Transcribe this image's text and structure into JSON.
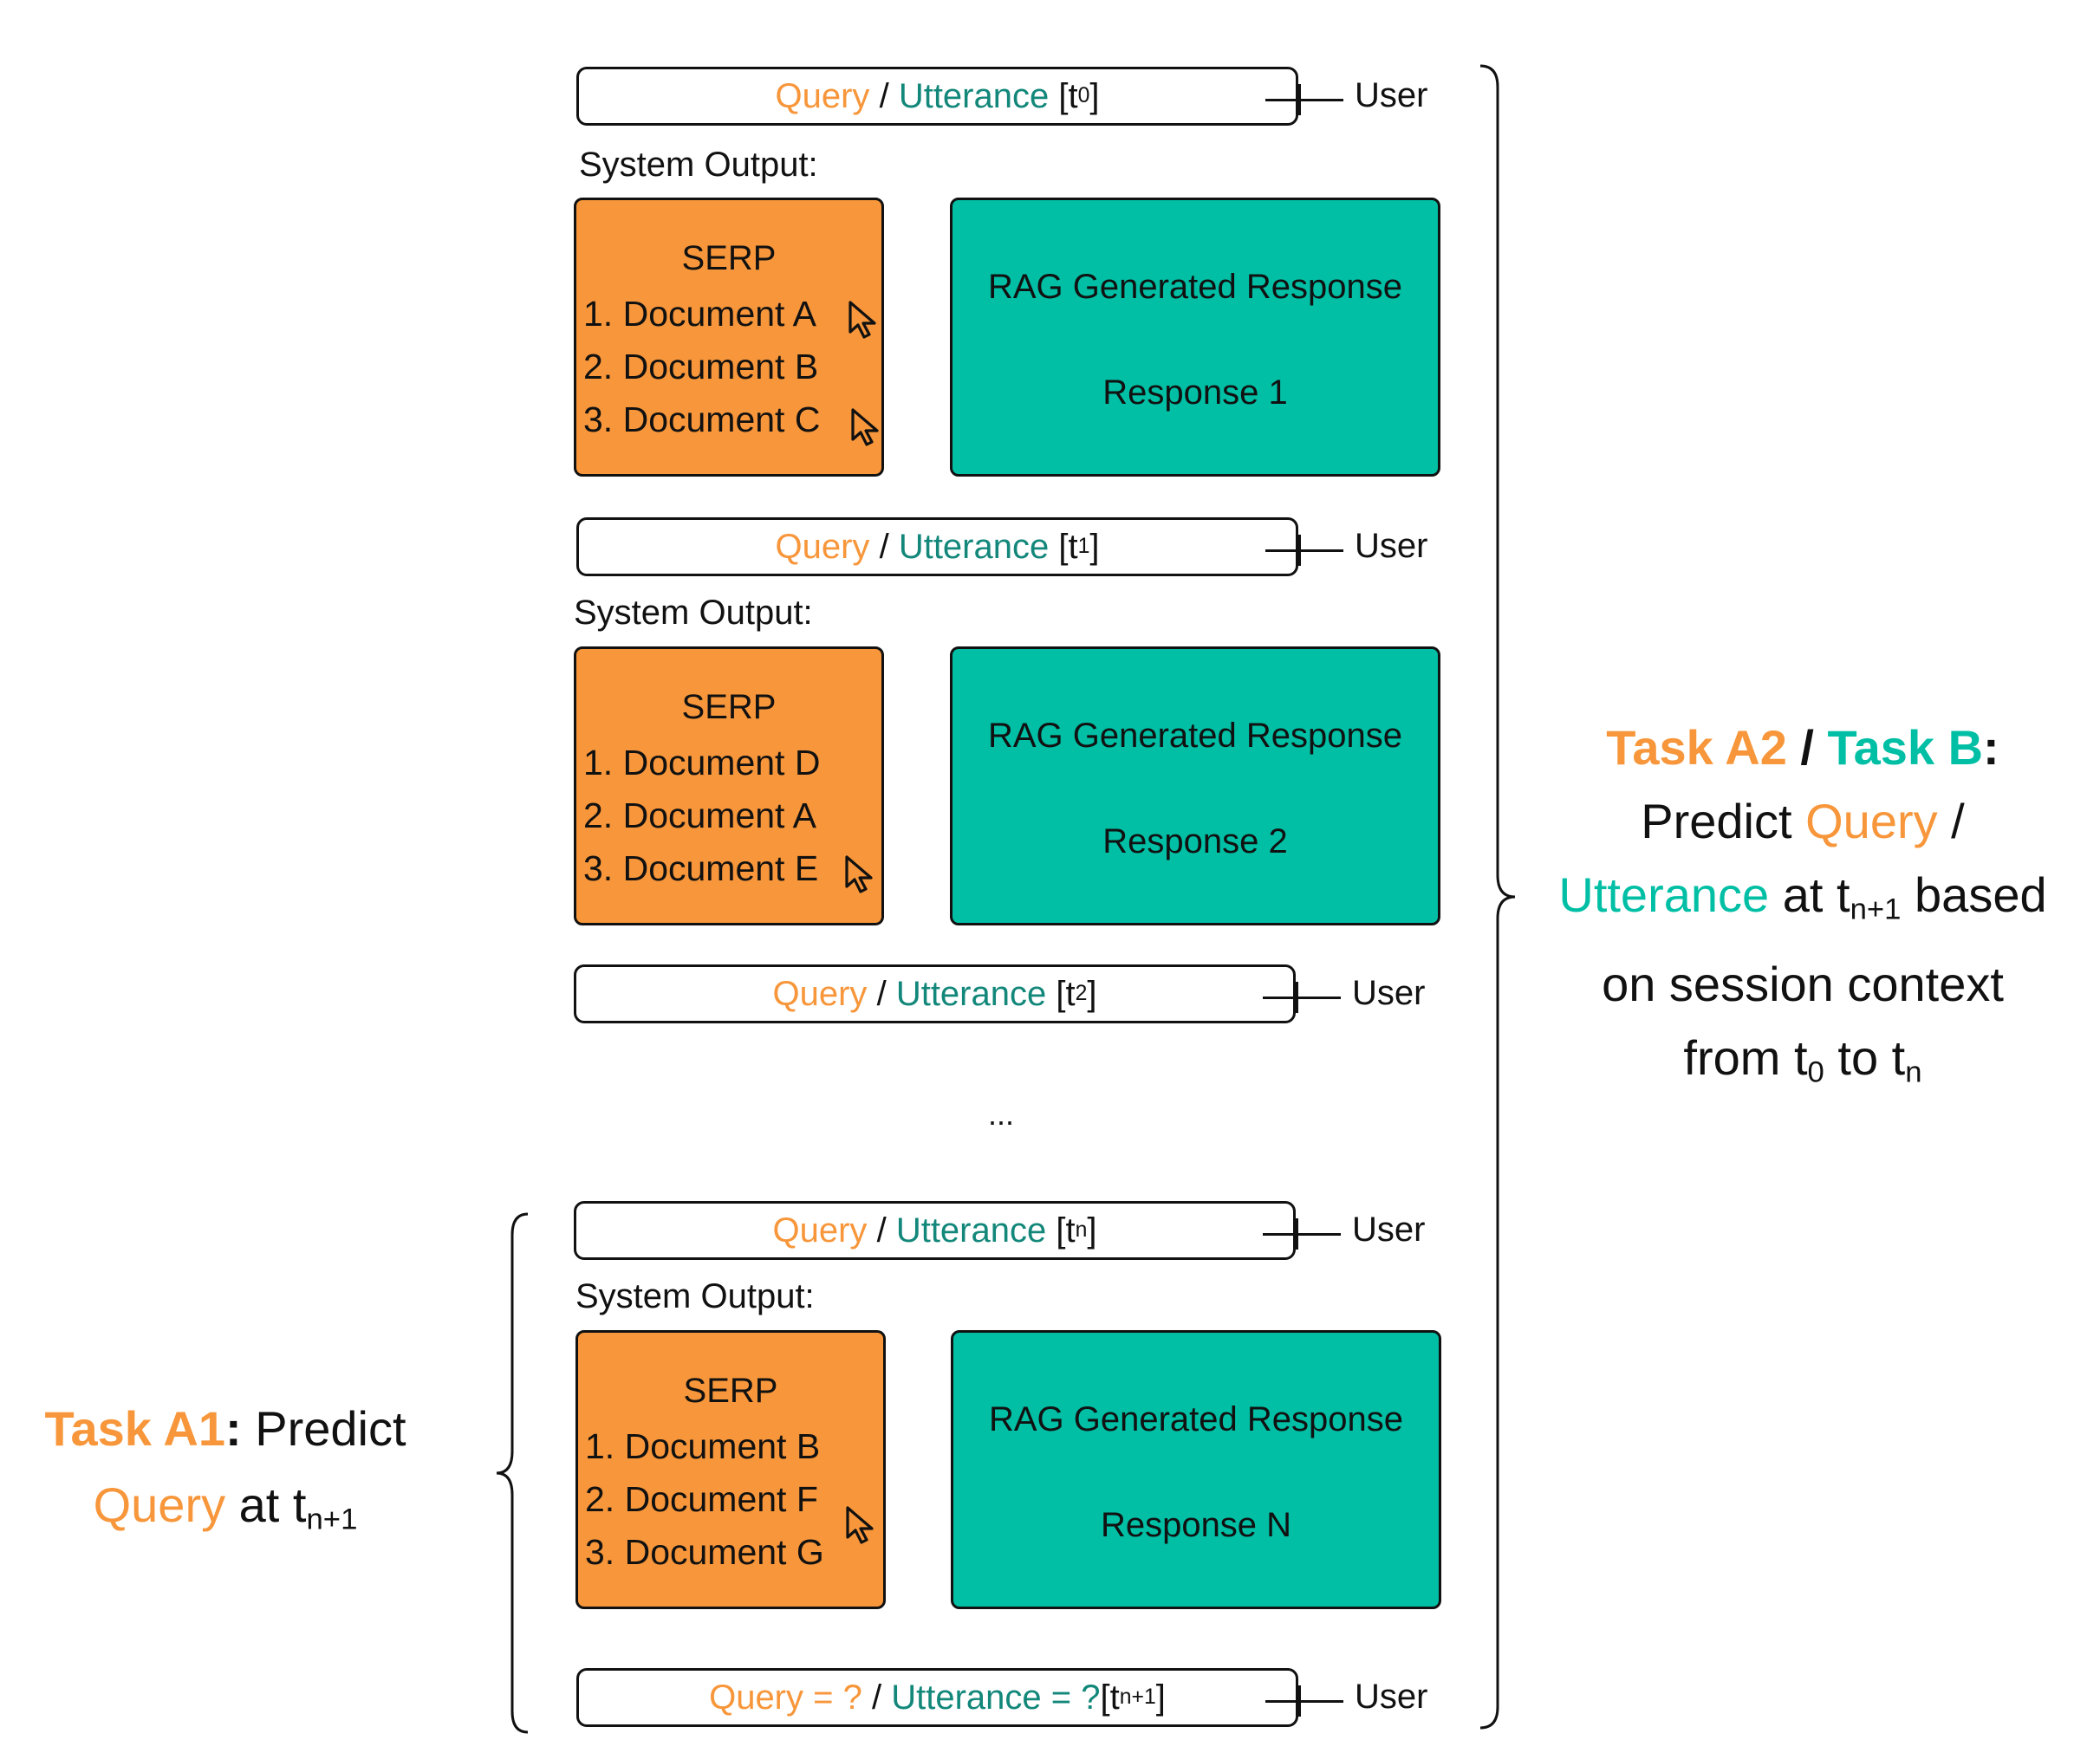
{
  "query_word": "Query",
  "utterance_word": "Utterance",
  "slash": "/",
  "user_label": "User",
  "system_output_label": "System Output:",
  "serp_title": "SERP",
  "rag_title": "RAG Generated Response",
  "ellipsis": "...",
  "turns": [
    {
      "timestamp": "0",
      "serp_docs": [
        "1. Document A",
        "2. Document B",
        "3. Document C"
      ],
      "response": "Response 1"
    },
    {
      "timestamp": "1",
      "serp_docs": [
        "1. Document D",
        "2. Document A",
        "3. Document E"
      ],
      "response": "Response 2"
    },
    {
      "timestamp": "2"
    },
    {
      "timestamp": "n",
      "serp_docs": [
        "1. Document B",
        "2. Document F",
        "3. Document G"
      ],
      "response": "Response N"
    }
  ],
  "final_query": {
    "query_part": "Query = ?",
    "utterance_part": "Utterance = ?",
    "timestamp": "n+1"
  },
  "task_a2": {
    "name_a2": "Task A2",
    "name_b": "Task B",
    "predict": "Predict",
    "query": "Query",
    "utterance": "Utterance",
    "at": "at t",
    "sub_n1": "n+1",
    "based": "based",
    "line3": "on session context",
    "from": "from t",
    "sub_0": "0",
    "to": "to t",
    "sub_n": "n"
  },
  "task_a1": {
    "name": "Task A1",
    "predict": "Predict",
    "query": "Query",
    "at": "at t",
    "sub_n1": "n+1"
  },
  "colors": {
    "orange": "#F7963A",
    "teal_fill": "#00BFA5",
    "teal_text": "#12877A"
  }
}
